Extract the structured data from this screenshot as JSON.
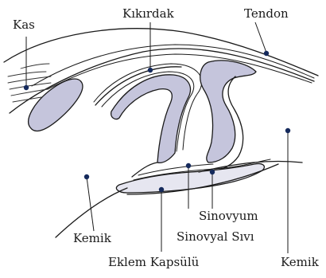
{
  "colors": {
    "cartilage_fill": "#c5c5dc",
    "capsule_fill": "#e6e6f0",
    "line": "#1a1a1a",
    "marker": "#152a5c"
  },
  "labels": {
    "kas": "Kas",
    "kikirdak": "Kıkırdak",
    "tendon": "Tendon",
    "kemik_left": "Kemik",
    "kemik_right": "Kemik",
    "sinovyum": "Sinovyum",
    "sinovyal_sivi": "Sinovyal Sıvı",
    "eklem_kapsulu": "Eklem Kapsülü"
  }
}
